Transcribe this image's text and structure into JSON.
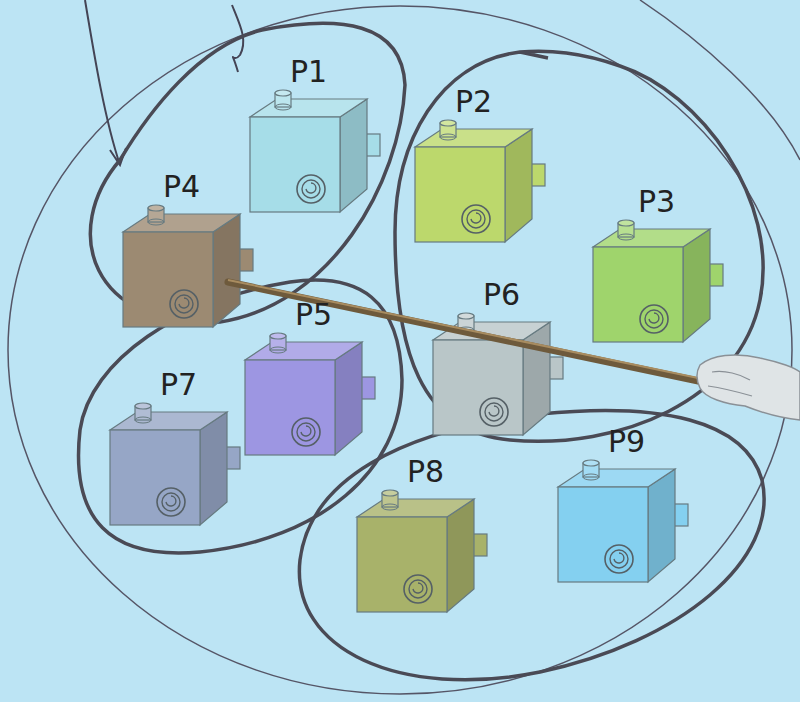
{
  "diagram": {
    "nodes": [
      {
        "text": [
          "P1"
        ]
      },
      {
        "text": [
          "P2"
        ]
      },
      {
        "text": [
          "P3"
        ]
      },
      {
        "text": [
          "P4"
        ]
      },
      {
        "text": [
          "P5"
        ]
      },
      {
        "text": [
          "P6"
        ]
      },
      {
        "text": [
          "P7"
        ]
      },
      {
        "text": [
          "P8"
        ]
      },
      {
        "text": [
          "P9"
        ]
      }
    ]
  }
}
